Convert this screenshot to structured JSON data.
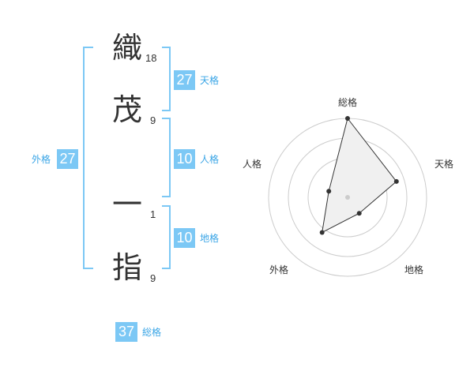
{
  "name_chars": [
    {
      "char": "織",
      "strokes": "18"
    },
    {
      "char": "茂",
      "strokes": "9"
    },
    {
      "char": "一",
      "strokes": "1"
    },
    {
      "char": "指",
      "strokes": "9"
    }
  ],
  "scores": {
    "tenkaku": {
      "value": "27",
      "label": "天格"
    },
    "jinkaku": {
      "value": "10",
      "label": "人格"
    },
    "chikaku": {
      "value": "10",
      "label": "地格"
    },
    "gaikaku": {
      "value": "27",
      "label": "外格"
    },
    "soukaku": {
      "value": "37",
      "label": "総格"
    }
  },
  "colors": {
    "accent": "#7cc8f5",
    "accent_text": "#3aa5e6",
    "text": "#333333"
  },
  "chart_data": {
    "type": "radar",
    "axes": [
      "総格",
      "天格",
      "地格",
      "外格",
      "人格"
    ],
    "values": [
      1.0,
      0.65,
      0.25,
      0.55,
      0.25
    ],
    "rings": 4,
    "grid": true
  }
}
